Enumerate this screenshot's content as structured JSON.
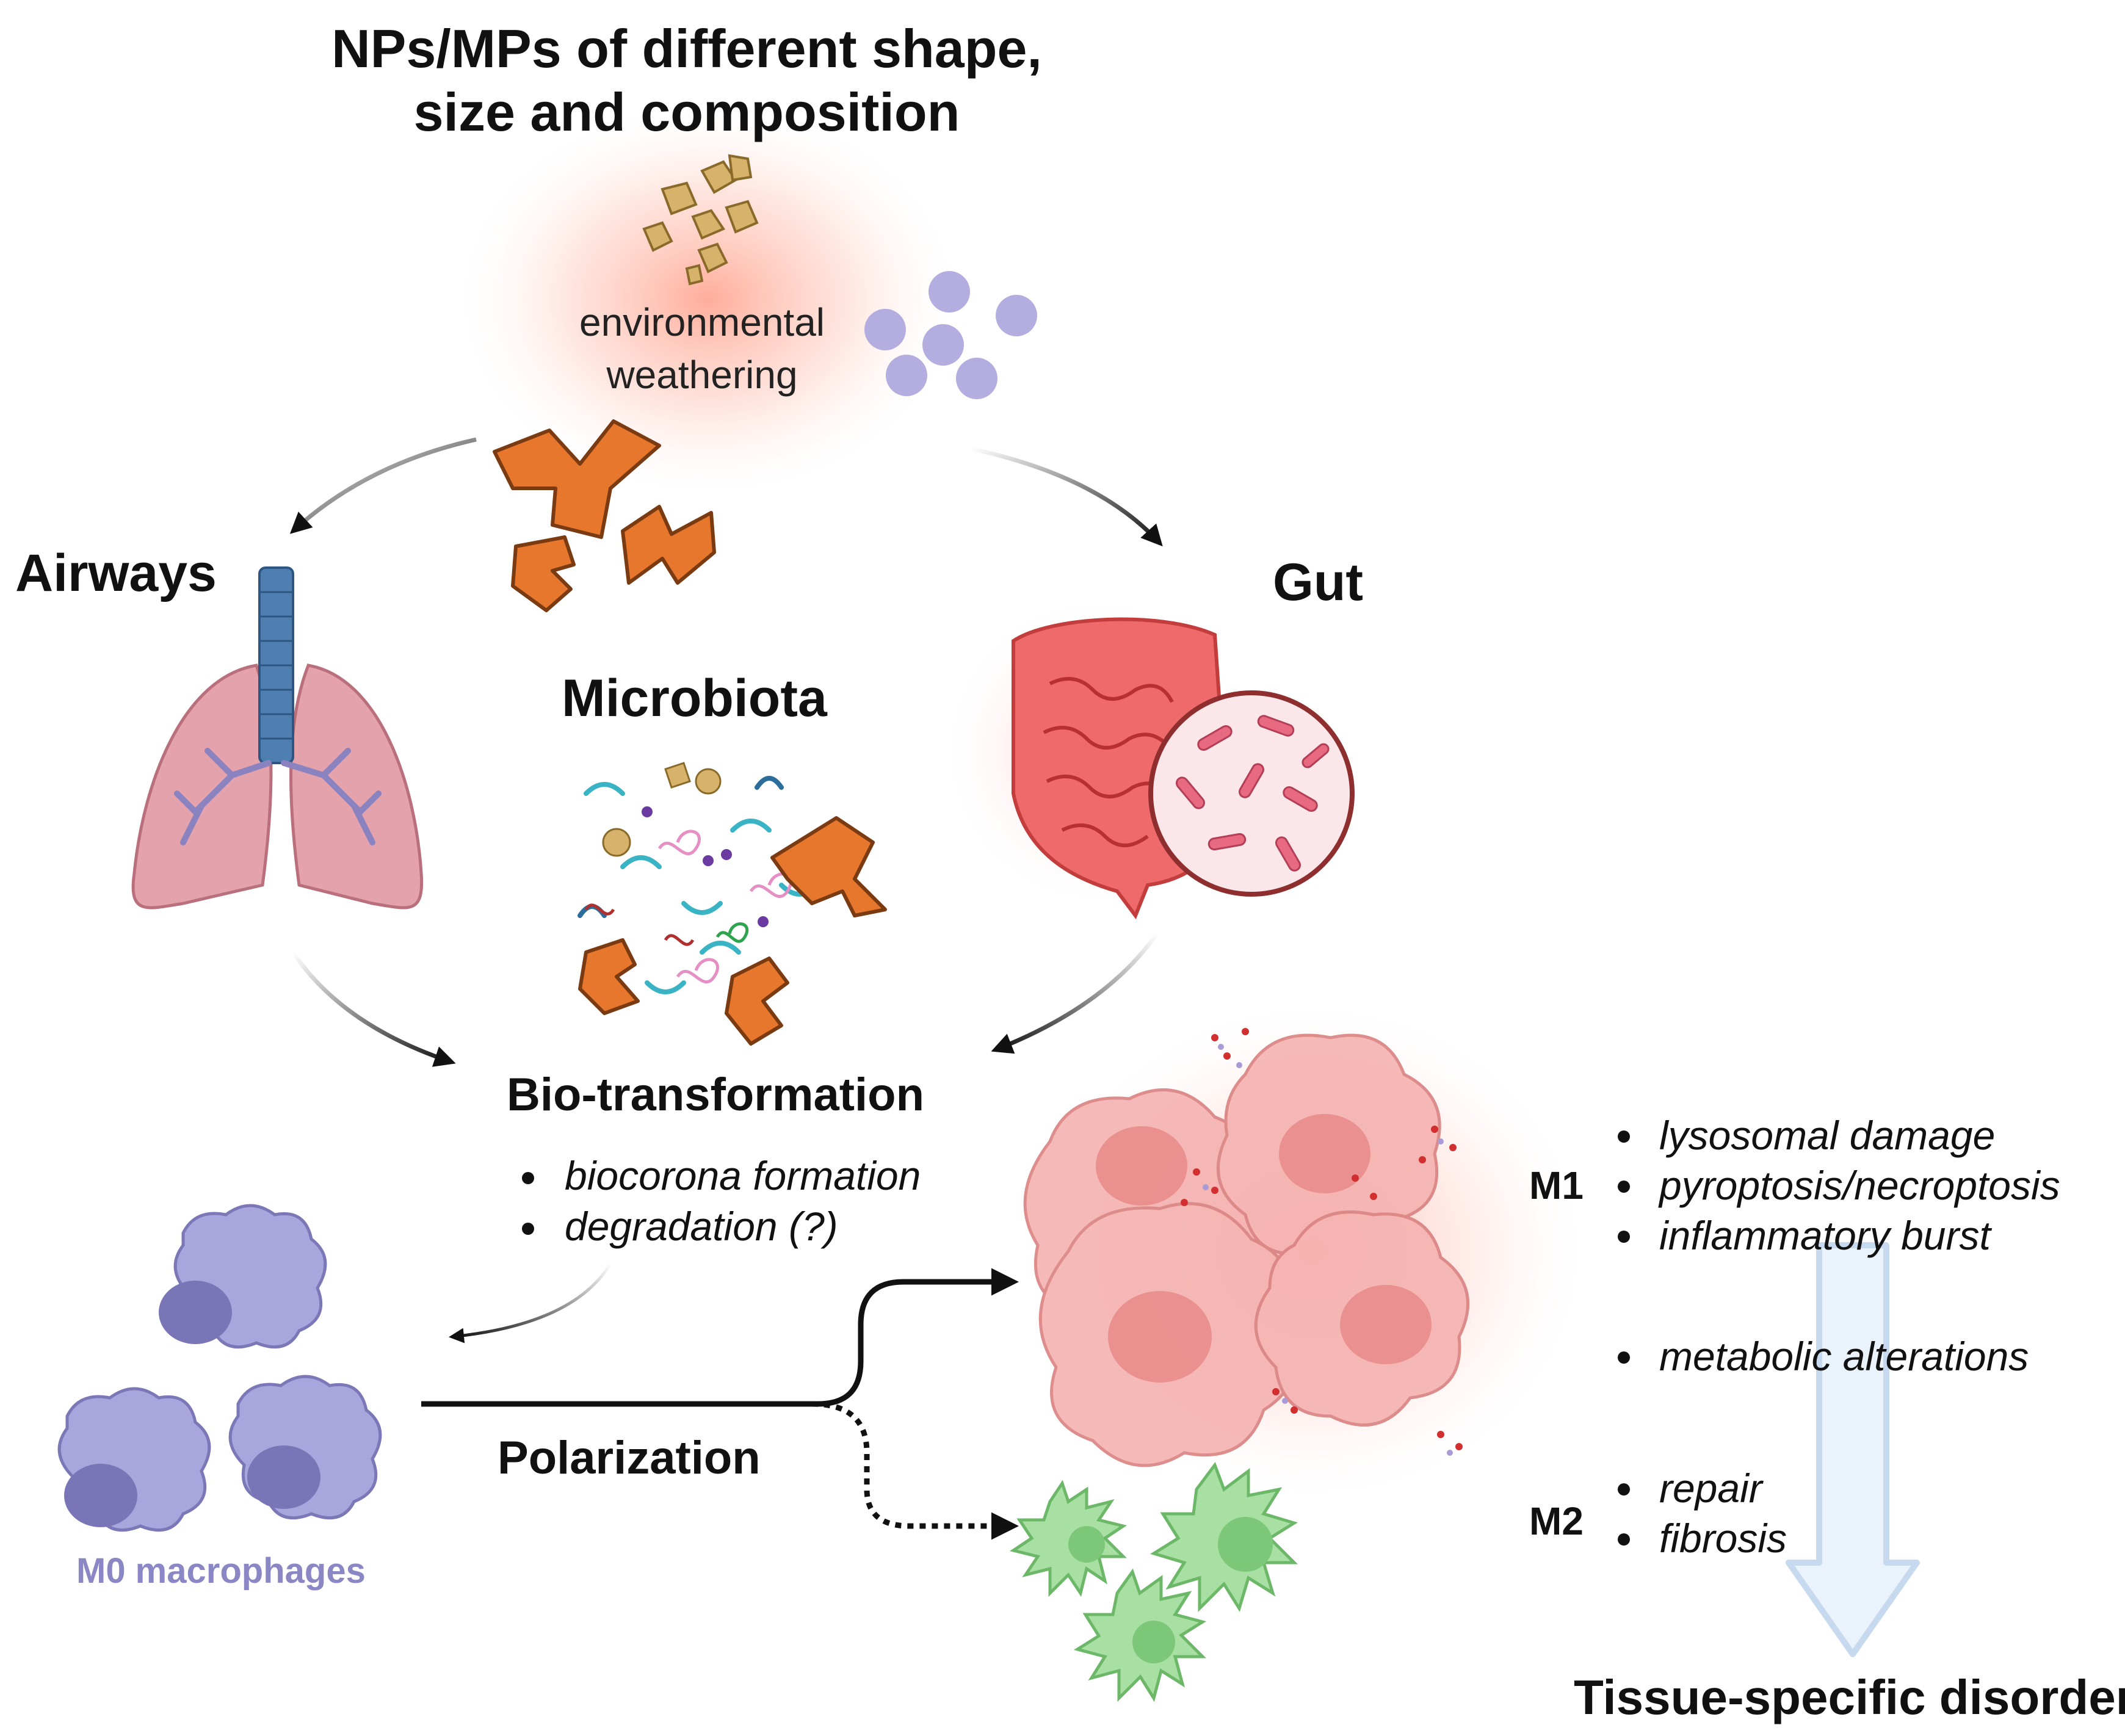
{
  "title_line1": "NPs/MPs of different shape,",
  "title_line2": "size and composition",
  "weathering_line1": "environmental",
  "weathering_line2": "weathering",
  "airways": "Airways",
  "gut": "Gut",
  "microbiota": "Microbiota",
  "biotransformation": {
    "heading": "Bio-transformation",
    "items": [
      "biocorona formation",
      "degradation (?)"
    ]
  },
  "polarization": "Polarization",
  "m0_label": "M0 macrophages",
  "m1": {
    "label": "M1",
    "items": [
      "lysosomal damage",
      "pyroptosis/necroptosis",
      "inflammatory burst"
    ]
  },
  "shared_item": "metabolic alterations",
  "m2": {
    "label": "M2",
    "items": [
      "repair",
      "fibrosis"
    ]
  },
  "outcome": "Tissue-specific disorders",
  "colors": {
    "orange": "#e8772e",
    "orange_stroke": "#7a3a12",
    "tan": "#d6b26a",
    "lavender": "#b4aee0",
    "lung": "#e4a3ac",
    "trachea": "#4f7fb0",
    "gut_red": "#ef6a6a",
    "m1_cell": "#f5b2b0",
    "m2_cell": "#a8e0a4",
    "m0_cell": "#a9a6de",
    "m0_text": "#8b87c4",
    "arrow_fill": "#eaf2fb",
    "arrow_stroke": "#c7d9ee"
  }
}
